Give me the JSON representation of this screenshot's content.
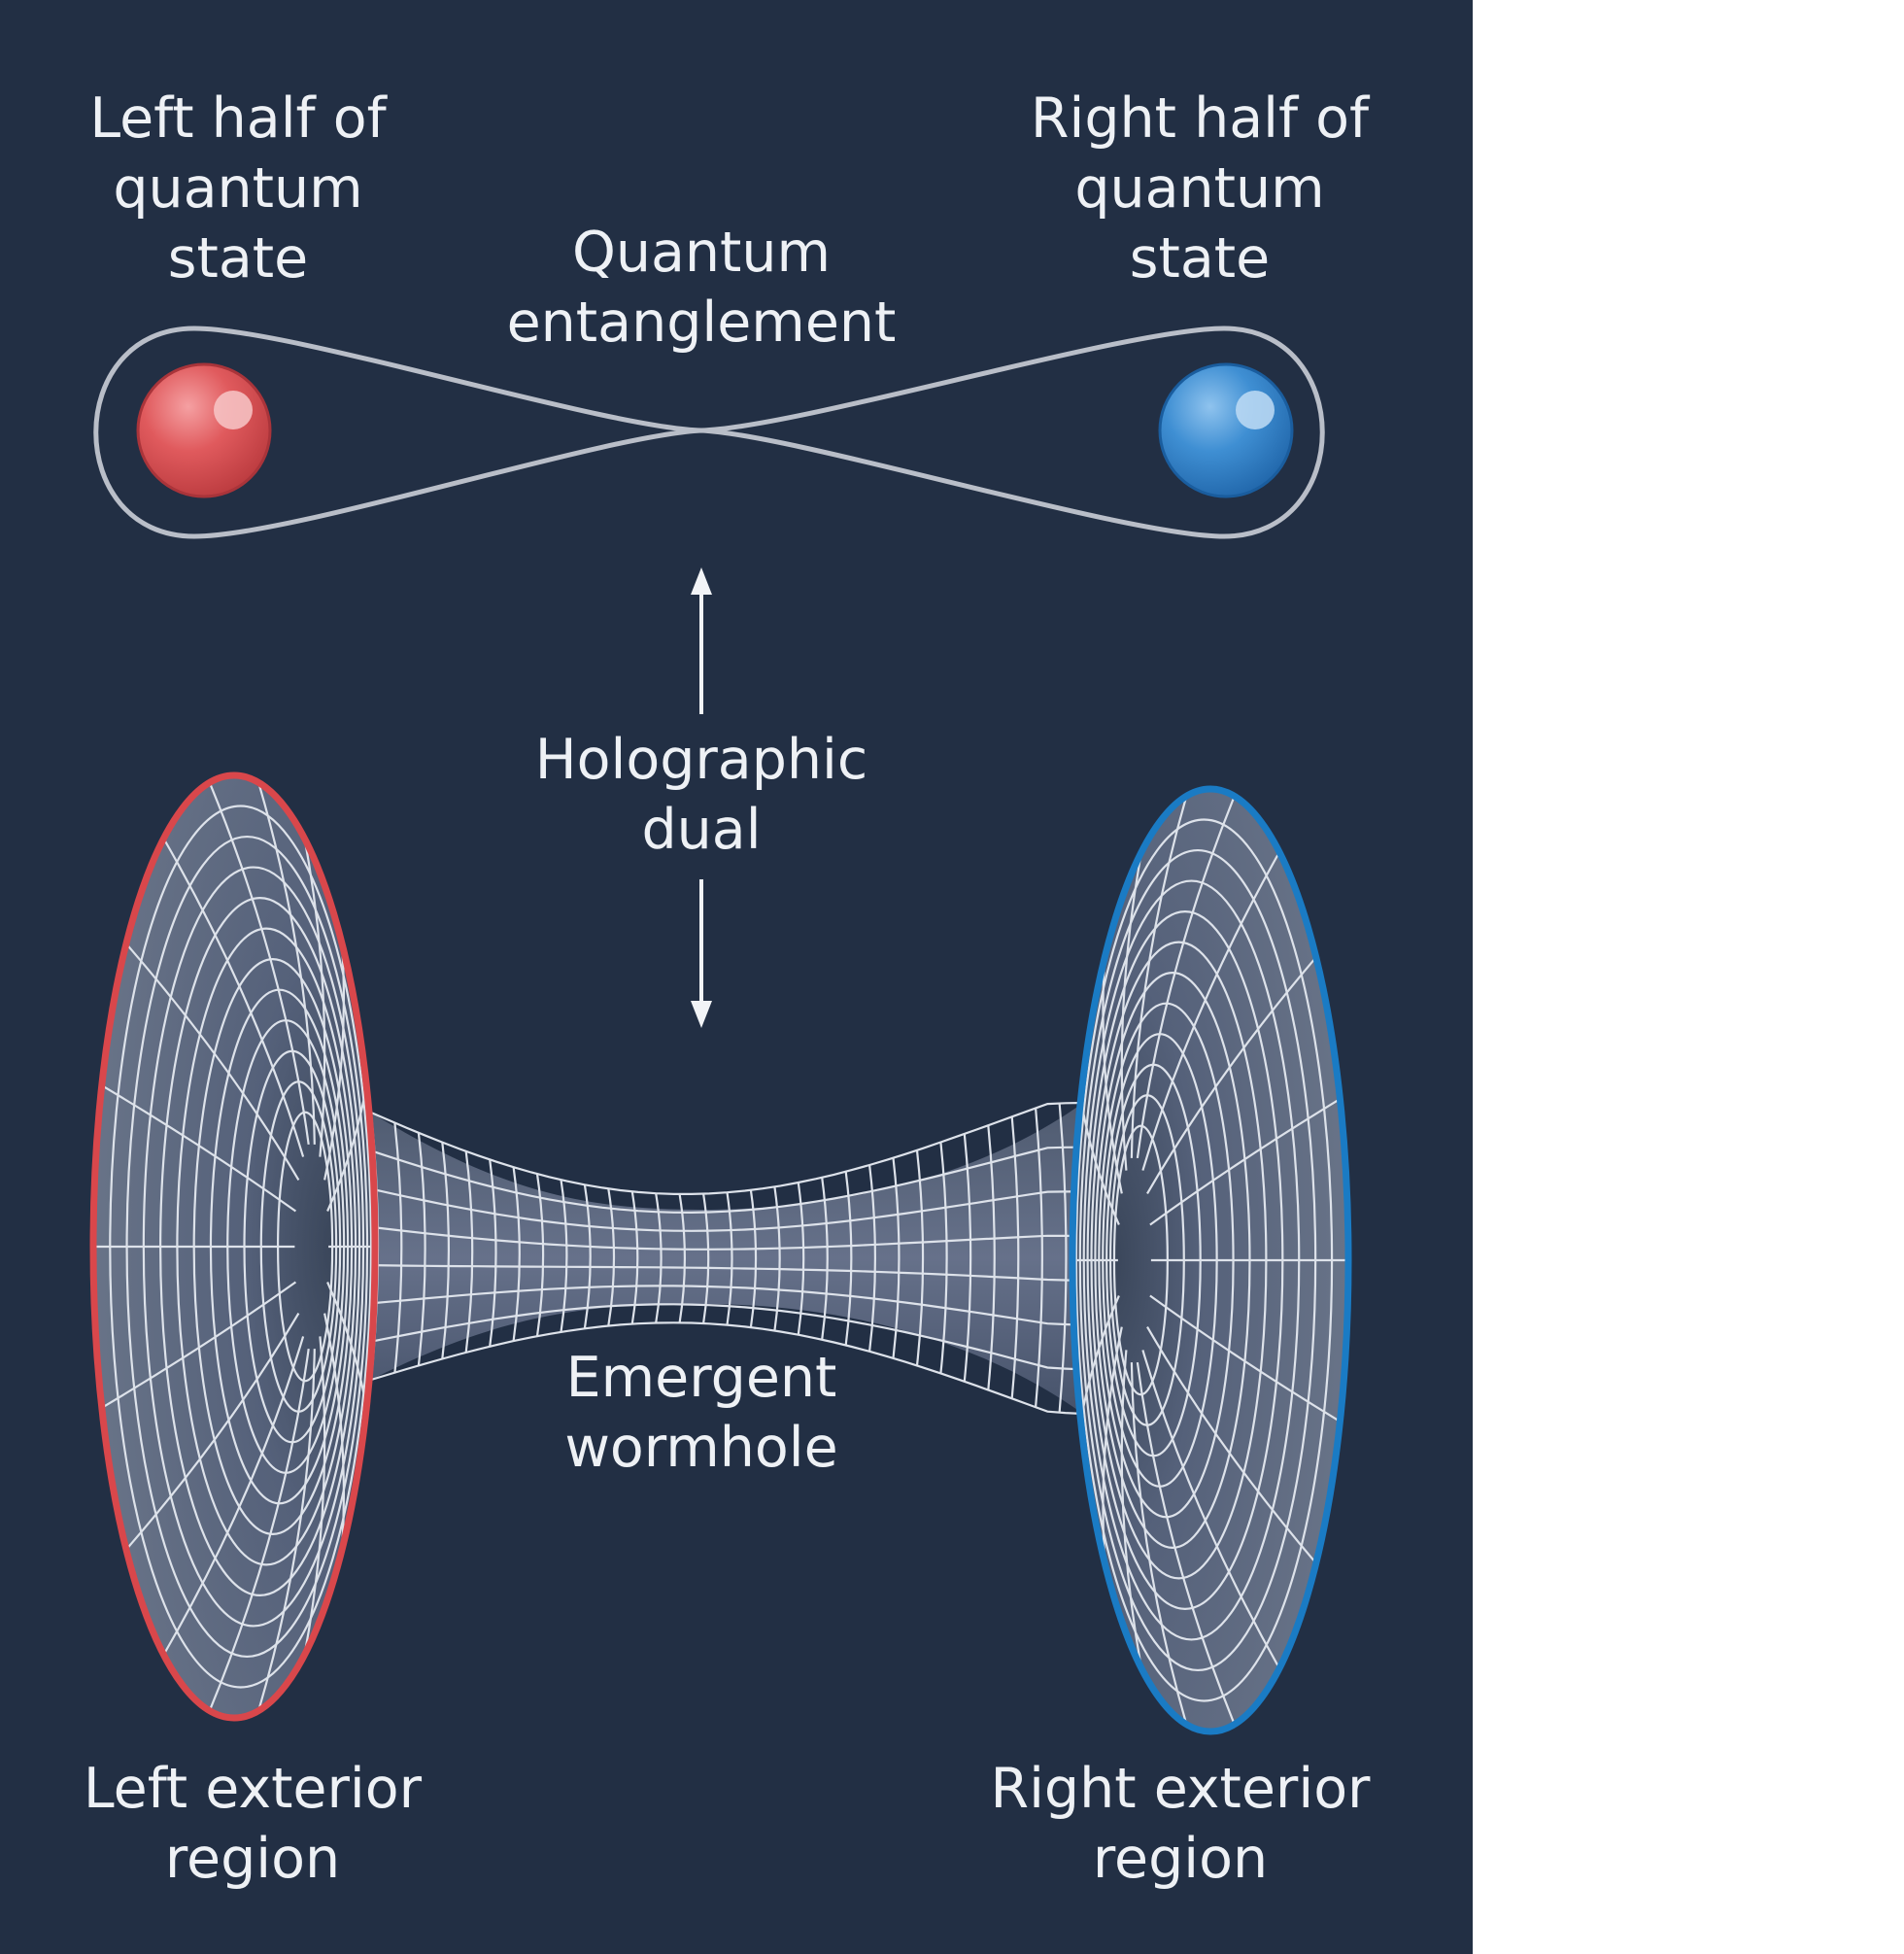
{
  "labels": {
    "left_state": "Left half of\nquantum\nstate",
    "right_state": "Right half of\nquantum\nstate",
    "entanglement": "Quantum\nentanglement",
    "holographic": "Holographic\ndual",
    "wormhole": "Emergent\nwormhole",
    "left_region": "Left exterior\nregion",
    "right_region": "Right exterior\nregion"
  },
  "colors": {
    "background": "#222f44",
    "left_accent": "#d9474b",
    "right_accent": "#1a7bc4",
    "left_sphere": "#e05a5d",
    "right_sphere": "#3f8fd3",
    "mesh": "#dde2ea",
    "surface": "#5b6679",
    "loop": "#b9bec8"
  }
}
